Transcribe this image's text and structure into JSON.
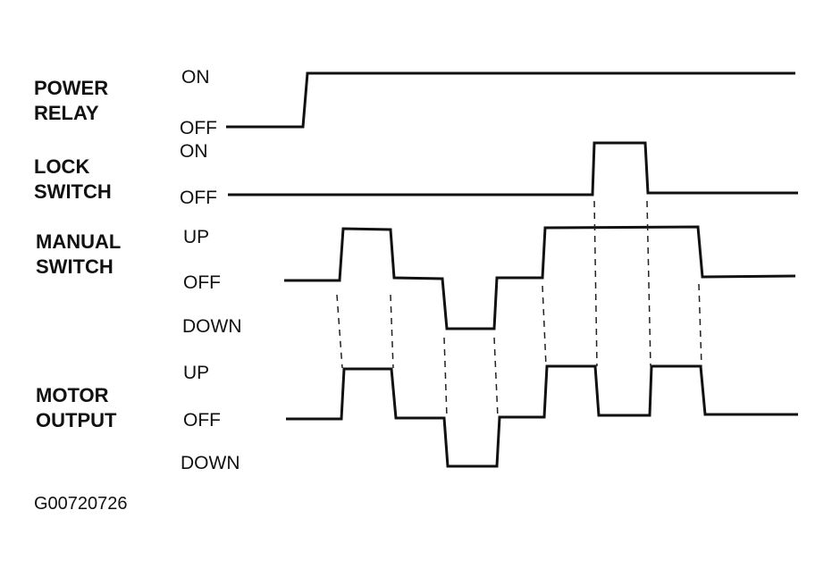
{
  "signals": [
    {
      "id": "power-relay",
      "name_lines": [
        "POWER",
        "RELAY"
      ],
      "states": [
        "ON",
        "OFF"
      ]
    },
    {
      "id": "lock-switch",
      "name_lines": [
        "LOCK",
        "SWITCH"
      ],
      "states": [
        "ON",
        "OFF"
      ]
    },
    {
      "id": "manual-switch",
      "name_lines": [
        "MANUAL",
        "SWITCH"
      ],
      "states": [
        "UP",
        "OFF",
        "DOWN"
      ]
    },
    {
      "id": "motor-output",
      "name_lines": [
        "MOTOR",
        "OUTPUT"
      ],
      "states": [
        "UP",
        "OFF",
        "DOWN"
      ]
    }
  ],
  "figure_code": "G00720726",
  "colors": {
    "ink": "#111111",
    "background": "#ffffff"
  }
}
